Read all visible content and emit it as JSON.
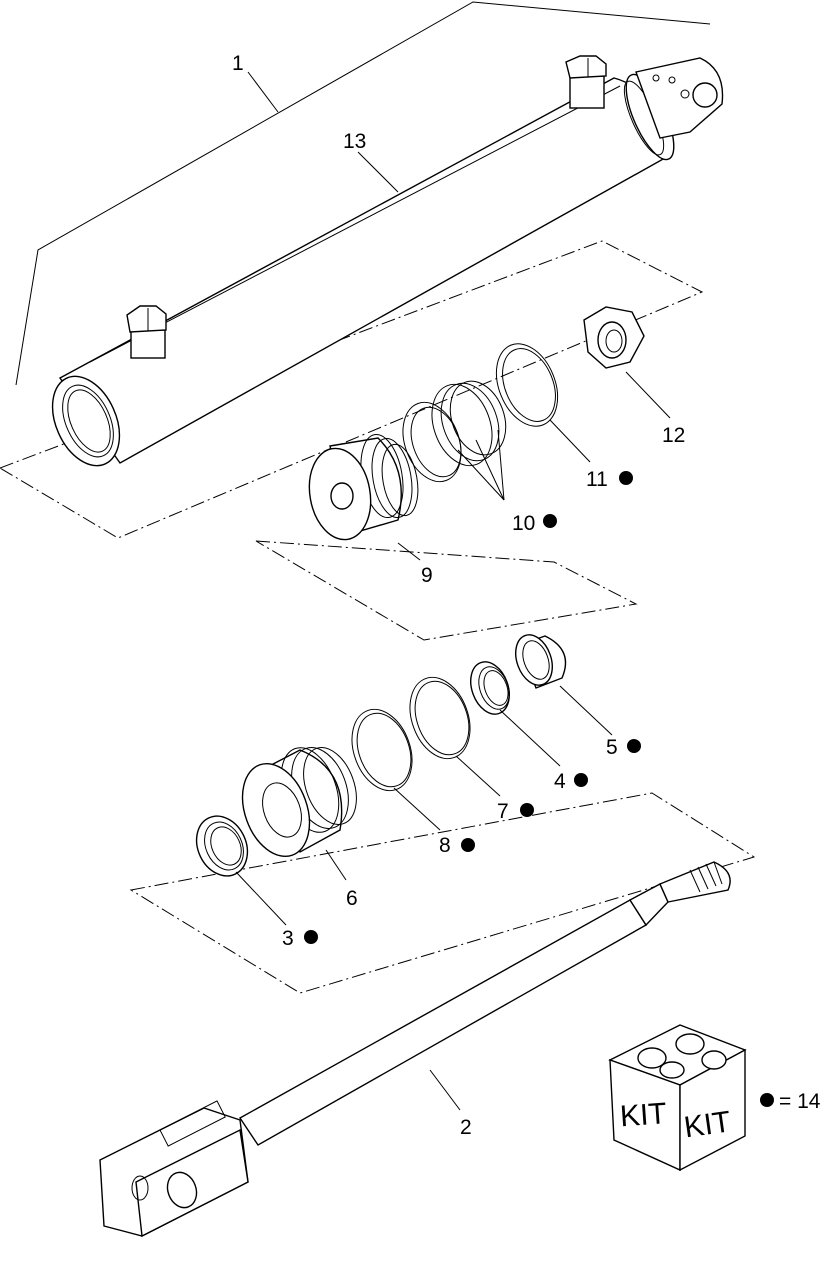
{
  "callouts": {
    "c1": "1",
    "c2": "2",
    "c3": "3",
    "c4": "4",
    "c5": "5",
    "c6": "6",
    "c7": "7",
    "c8": "8",
    "c9": "9",
    "c10": "10",
    "c11": "11",
    "c12": "12",
    "c13": "13"
  },
  "kit": {
    "left_text": "KIT",
    "right_text": "KIT",
    "legend": "= 14"
  },
  "colors": {
    "ink": "#000000",
    "paper": "#ffffff"
  }
}
